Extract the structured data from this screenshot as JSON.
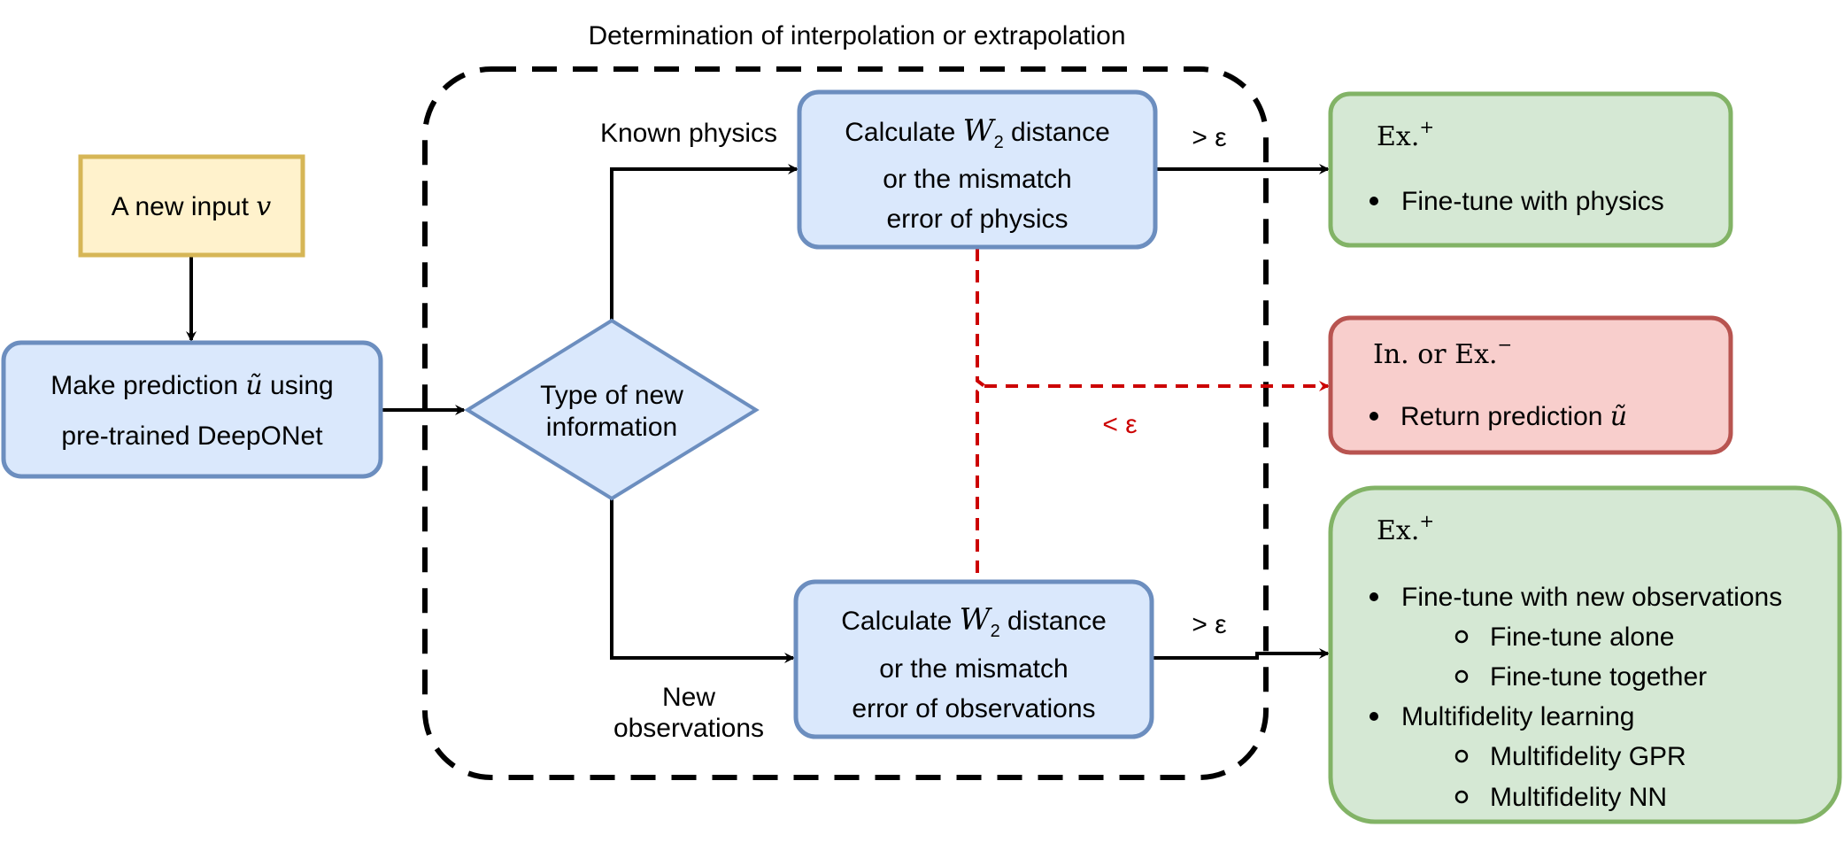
{
  "title": "Determination of interpolation or extrapolation",
  "colors": {
    "blue_fill": "#dae8fc",
    "blue_stroke": "#6c8ebf",
    "yellow_fill": "#fff2cc",
    "yellow_stroke": "#d6b656",
    "green_fill": "#d5e8d4",
    "green_stroke": "#82b366",
    "red_fill": "#f8cecc",
    "red_stroke": "#b85450",
    "red_dashed": "#cc0000",
    "black": "#000000"
  },
  "nodes": {
    "new_input": {
      "prefix": "A new input ",
      "var": "v"
    },
    "make_prediction": {
      "line1_prefix": "Make prediction ",
      "line1_var": "ũ",
      "line1_suffix": " using",
      "line2": "pre-trained DeepONet"
    },
    "decision": {
      "line1": "Type of new",
      "line2": "information"
    },
    "calc_physics": {
      "line1_prefix": "Calculate ",
      "var": "W",
      "sub": "2",
      "line1_suffix": " distance",
      "line2": "or the mismatch",
      "line3": "error of physics"
    },
    "calc_obs": {
      "line1_prefix": "Calculate ",
      "var": "W",
      "sub": "2",
      "line1_suffix": " distance",
      "line2": "or the mismatch",
      "line3": "error of observations"
    }
  },
  "edge_labels": {
    "known_physics": "Known physics",
    "new_obs_line1": "New",
    "new_obs_line2": "observations",
    "gt_eps_top": "> ε",
    "gt_eps_bottom": "> ε",
    "lt_eps": "< ε"
  },
  "outcomes": {
    "physics": {
      "heading": "Ex.",
      "heading_sup": "+",
      "items": [
        "Fine-tune with physics"
      ]
    },
    "return": {
      "heading": "In. or Ex.",
      "heading_sup": "−",
      "item_prefix": "Return prediction ",
      "item_var": "ũ"
    },
    "observations": {
      "heading": "Ex.",
      "heading_sup": "+",
      "group1": "Fine-tune with new observations",
      "group1_sub": [
        "Fine-tune alone",
        "Fine-tune together"
      ],
      "group2": "Multifidelity learning",
      "group2_sub": [
        "Multifidelity GPR",
        "Multifidelity NN"
      ]
    }
  }
}
